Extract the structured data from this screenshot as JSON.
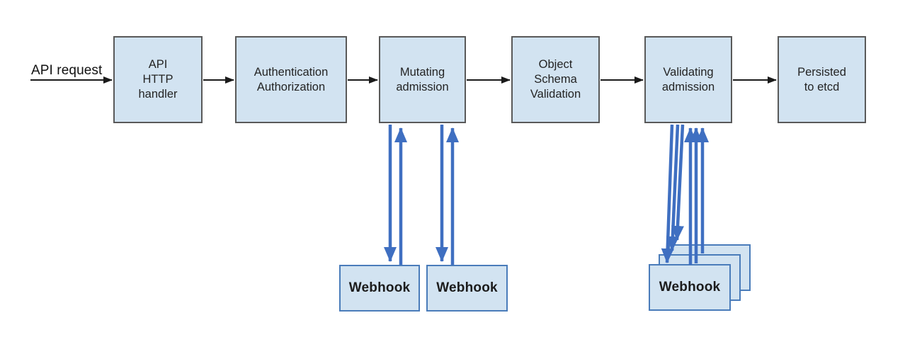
{
  "flow": {
    "request_label": "API request",
    "stages": [
      {
        "id": "api-http-handler",
        "label": "API\nHTTP\nhandler"
      },
      {
        "id": "authentication-authorization",
        "label": "Authentication\nAuthorization"
      },
      {
        "id": "mutating-admission",
        "label": "Mutating\nadmission"
      },
      {
        "id": "object-schema-validation",
        "label": "Object\nSchema\nValidation"
      },
      {
        "id": "validating-admission",
        "label": "Validating\nadmission"
      },
      {
        "id": "persisted-to-etcd",
        "label": "Persisted\nto etcd"
      }
    ],
    "webhooks": {
      "mutating": [
        "Webhook",
        "Webhook"
      ],
      "validating": [
        "Webhook",
        "Webhook",
        "Webhook"
      ]
    }
  },
  "colors": {
    "background": "#ffffff",
    "box_fill": "#d2e3f1",
    "box_border": "#595959",
    "webhook_border": "#4a7cba",
    "black_arrow": "#1a1a1a",
    "blue_arrow": "#3f6fc1",
    "text": "#242424"
  }
}
